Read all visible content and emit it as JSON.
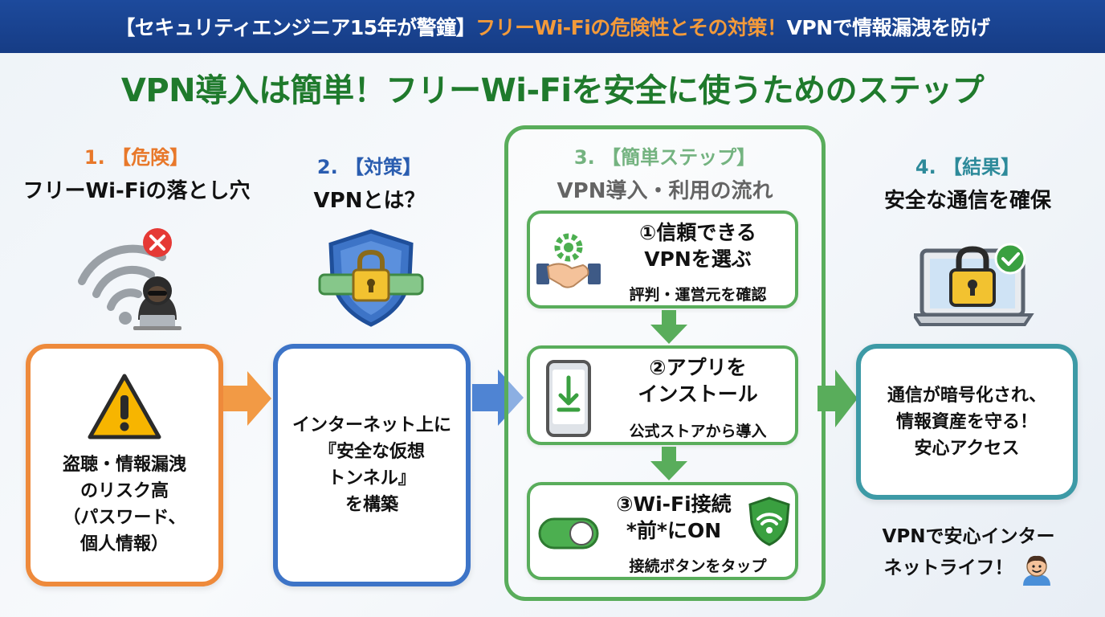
{
  "header": {
    "banner_part1": "【セキュリティエンジニア15年が警鐘】",
    "banner_part2": "フリーWi-Fiの危険性とその対策！",
    "banner_part3": "VPNで情報漏洩を防げ",
    "main_title": "VPN導入は簡単！フリーWi-Fiを安全に使うためのステップ"
  },
  "columns": [
    {
      "num": "1. 【危険】",
      "sub": "フリーWi-Fiの落とし穴",
      "card": "盗聴・情報漏洩\nのリスク高\n（パスワード、\n個人情報）"
    },
    {
      "num": "2. 【対策】",
      "sub": "VPNとは？",
      "card": "インターネット上に\n『安全な仮想\nトンネル』\nを構築"
    },
    {
      "num": "3. 【簡単ステップ】",
      "sub": "VPN導入・利用の流れ"
    },
    {
      "num": "4. 【結果】",
      "sub": "安全な通信を確保",
      "card": "通信が暗号化され、\n情報資産を守る！\n安心アクセス"
    }
  ],
  "steps": [
    {
      "title": "①信頼できる\nVPNを選ぶ",
      "note": "評判・運営元を確認"
    },
    {
      "title": "②アプリを\nインストール",
      "note": "公式ストアから導入"
    },
    {
      "title": "③Wi-Fi接続\n*前*にON",
      "note": "接続ボタンをタップ"
    }
  ],
  "footer": {
    "line1": "VPNで安心インター",
    "line2": "ネットライフ！"
  },
  "colors": {
    "banner": "#1d4a9c",
    "accent_orange": "#ee8a3b",
    "accent_blue": "#3d74c7",
    "accent_green": "#59ad5b",
    "accent_teal": "#3d9aa6",
    "title_green": "#1f7a2c"
  },
  "icons": [
    "wifi-danger-icon",
    "hacker-icon",
    "shield-lock-icon",
    "warning-icon",
    "handshake-gear-icon",
    "phone-download-icon",
    "toggle-switch-icon",
    "shield-wifi-icon",
    "laptop-lock-icon",
    "smiley-user-icon"
  ]
}
